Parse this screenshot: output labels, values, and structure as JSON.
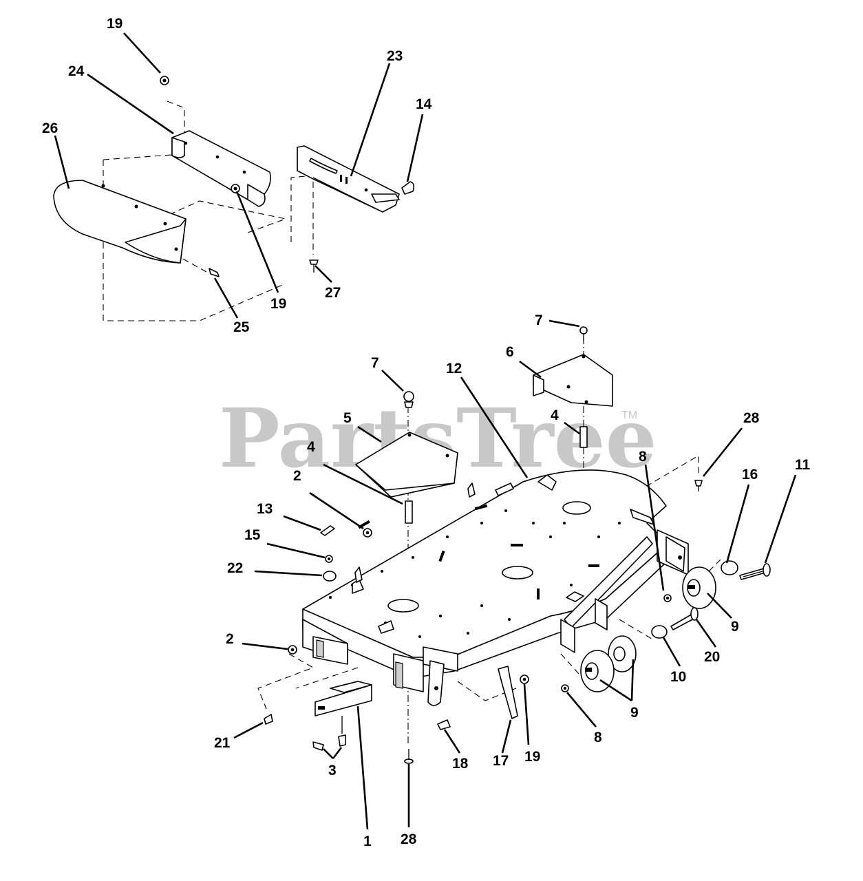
{
  "watermark": {
    "brand": "PartsTree",
    "trademark": "TM",
    "color": "#c8c8c8"
  },
  "callouts": [
    {
      "id": "c19a",
      "text": "19"
    },
    {
      "id": "c24",
      "text": "24"
    },
    {
      "id": "c26",
      "text": "26"
    },
    {
      "id": "c23",
      "text": "23"
    },
    {
      "id": "c14",
      "text": "14"
    },
    {
      "id": "c19b",
      "text": "19"
    },
    {
      "id": "c25",
      "text": "25"
    },
    {
      "id": "c27",
      "text": "27"
    },
    {
      "id": "c7a",
      "text": "7"
    },
    {
      "id": "c6",
      "text": "6"
    },
    {
      "id": "c7b",
      "text": "7"
    },
    {
      "id": "c12",
      "text": "12"
    },
    {
      "id": "c5",
      "text": "5"
    },
    {
      "id": "c4a",
      "text": "4"
    },
    {
      "id": "c4b",
      "text": "4"
    },
    {
      "id": "c28a",
      "text": "28"
    },
    {
      "id": "c8a",
      "text": "8"
    },
    {
      "id": "c16",
      "text": "16"
    },
    {
      "id": "c11",
      "text": "11"
    },
    {
      "id": "c2a",
      "text": "2"
    },
    {
      "id": "c13",
      "text": "13"
    },
    {
      "id": "c15",
      "text": "15"
    },
    {
      "id": "c22",
      "text": "22"
    },
    {
      "id": "c9a",
      "text": "9"
    },
    {
      "id": "c20",
      "text": "20"
    },
    {
      "id": "c2b",
      "text": "2"
    },
    {
      "id": "c10",
      "text": "10"
    },
    {
      "id": "c9b",
      "text": "9"
    },
    {
      "id": "c8b",
      "text": "8"
    },
    {
      "id": "c21",
      "text": "21"
    },
    {
      "id": "c3",
      "text": "3"
    },
    {
      "id": "c18",
      "text": "18"
    },
    {
      "id": "c17",
      "text": "17"
    },
    {
      "id": "c19c",
      "text": "19"
    },
    {
      "id": "c1",
      "text": "1"
    },
    {
      "id": "c28b",
      "text": "28"
    }
  ]
}
